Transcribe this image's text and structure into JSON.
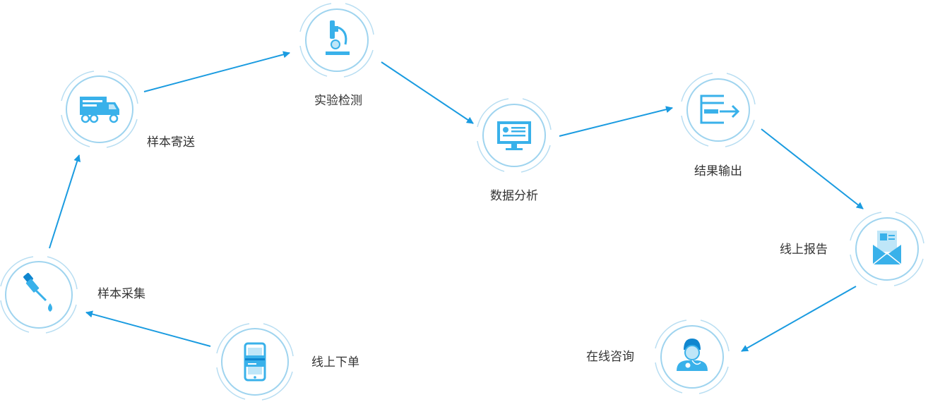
{
  "colors": {
    "arrow": "#1a9be0",
    "ring": "#b9def2",
    "ring_inner": "#9fd4ef",
    "icon": "#39b1ea",
    "icon_dark": "#0f86cf",
    "text": "#333333"
  },
  "steps": [
    {
      "id": "online-order",
      "label": "线上下单",
      "icon": "phone-card-icon"
    },
    {
      "id": "sample-collect",
      "label": "样本采集",
      "icon": "dropper-icon"
    },
    {
      "id": "sample-ship",
      "label": "样本寄送",
      "icon": "truck-icon"
    },
    {
      "id": "lab-test",
      "label": "实验检测",
      "icon": "microscope-icon"
    },
    {
      "id": "data-analysis",
      "label": "数据分析",
      "icon": "monitor-icon"
    },
    {
      "id": "result-output",
      "label": "结果输出",
      "icon": "export-window-icon"
    },
    {
      "id": "online-report",
      "label": "线上报告",
      "icon": "envelope-report-icon"
    },
    {
      "id": "online-consult",
      "label": "在线咨询",
      "icon": "doctor-icon"
    }
  ]
}
